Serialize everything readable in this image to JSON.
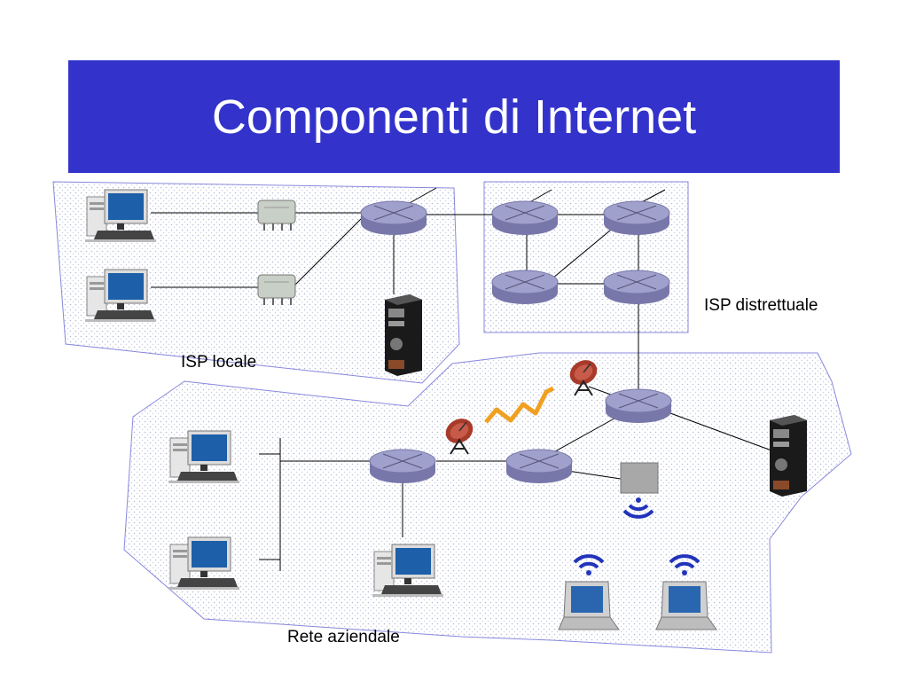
{
  "slide": {
    "title": "Componenti di Internet"
  },
  "labels": {
    "isp_locale": "ISP locale",
    "isp_distrettuale": "ISP distrettuale",
    "rete_aziendale": "Rete aziendale"
  },
  "colors": {
    "title_bg": "#3333cc",
    "router_fill": "#9999cc",
    "wireless_blue": "#2233bb",
    "radio_link": "#f0a020",
    "region_border": "#8888dd"
  },
  "icons": [
    "desktop-computer-icon",
    "modem-icon",
    "router-icon",
    "server-tower-icon",
    "satellite-dish-icon",
    "access-point-icon",
    "wifi-signal-icon",
    "laptop-icon",
    "radio-link-icon"
  ]
}
